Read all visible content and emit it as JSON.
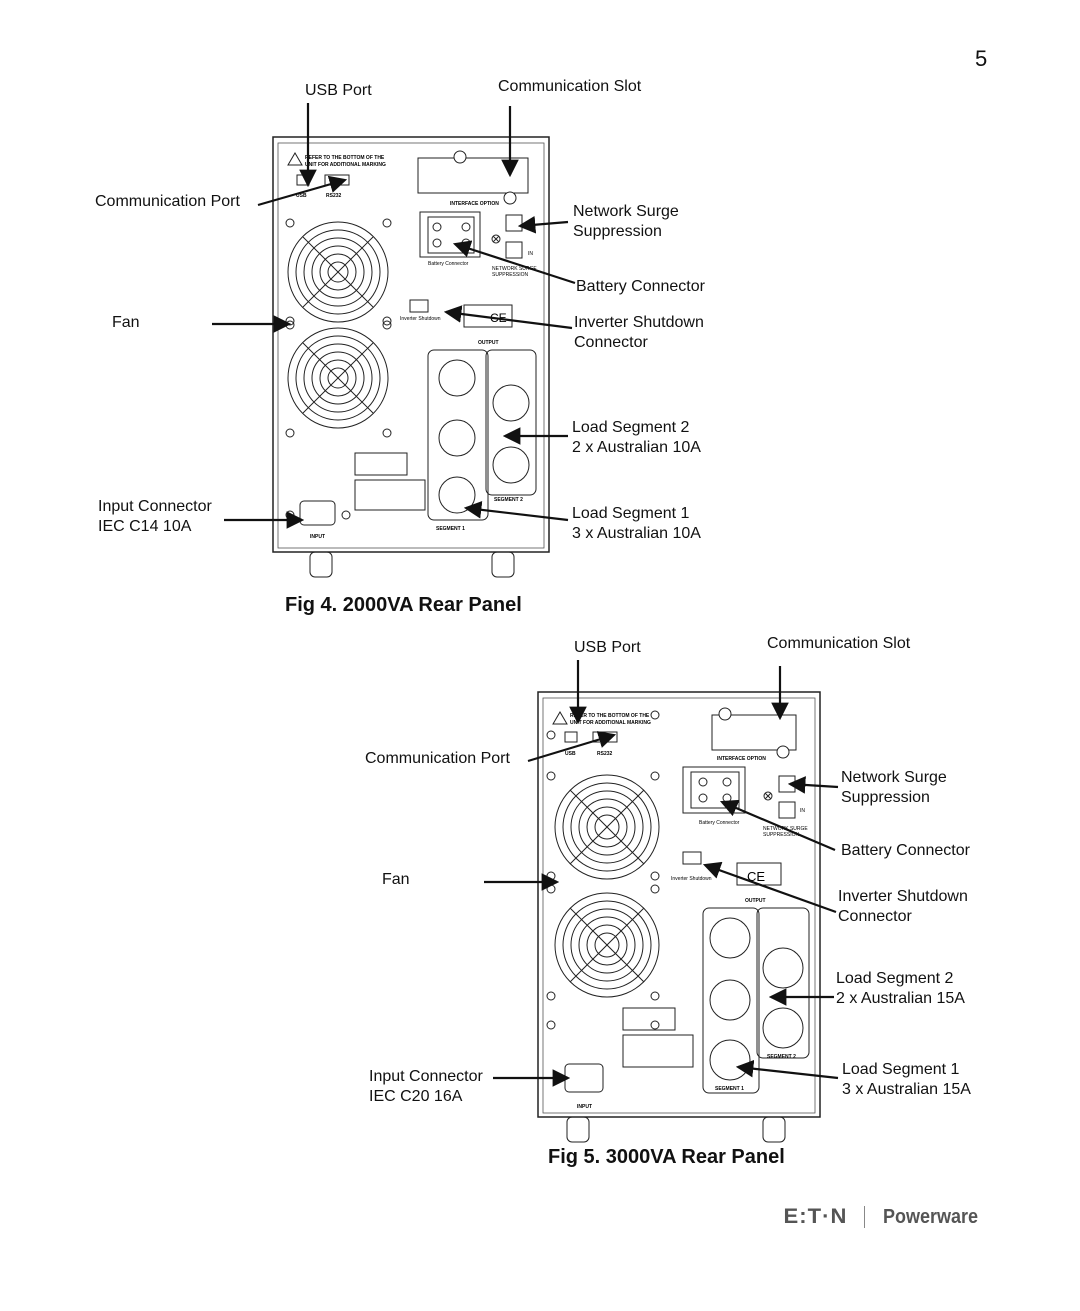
{
  "page_number": "5",
  "fig4": {
    "caption": "Fig 4.  2000VA Rear Panel",
    "labels": {
      "usb_port": "USB Port",
      "comm_slot": "Communication Slot",
      "comm_port": "Communication Port",
      "net_surge_1": "Network Surge",
      "net_surge_2": "Suppression",
      "battery": "Battery Connector",
      "fan": "Fan",
      "inv_1": "Inverter Shutdown",
      "inv_2": "Connector",
      "seg2_1": "Load Segment 2",
      "seg2_2": "2 x Australian 10A",
      "input_1": "Input Connector",
      "input_2": "IEC C14 10A",
      "seg1_1": "Load Segment 1",
      "seg1_2": "3 x Australian 10A"
    }
  },
  "fig5": {
    "caption": "Fig 5.  3000VA Rear Panel",
    "labels": {
      "usb_port": "USB Port",
      "comm_slot": "Communication Slot",
      "comm_port": "Communication Port",
      "net_surge_1": "Network Surge",
      "net_surge_2": "Suppression",
      "battery": "Battery Connector",
      "fan": "Fan",
      "inv_1": "Inverter Shutdown",
      "inv_2": "Connector",
      "seg2_1": "Load Segment 2",
      "seg2_2": "2 x  Australian 15A",
      "input_1": "Input Connector",
      "input_2": "IEC C20 16A",
      "seg1_1": "Load Segment 1",
      "seg1_2": "3 x Australian 15A"
    }
  },
  "panel_text": {
    "refer": "REFER TO THE BOTTOM OF THE",
    "unit": "UNIT FOR ADDITIONAL MARKING",
    "usb": "USB",
    "rs232": "RS232",
    "interface": "INTERFACE OPTION",
    "battery": "Battery Connector",
    "net": "NETWORK SURGE",
    "supp": "SUPPRESSION",
    "in": "IN",
    "inv": "Inverter Shutdown",
    "output": "OUTPUT",
    "seg1": "SEGMENT 1",
    "seg2": "SEGMENT 2",
    "input": "INPUT",
    "ce": "CE"
  },
  "footer": {
    "brand": "E:T·N",
    "product": "Powerware"
  }
}
